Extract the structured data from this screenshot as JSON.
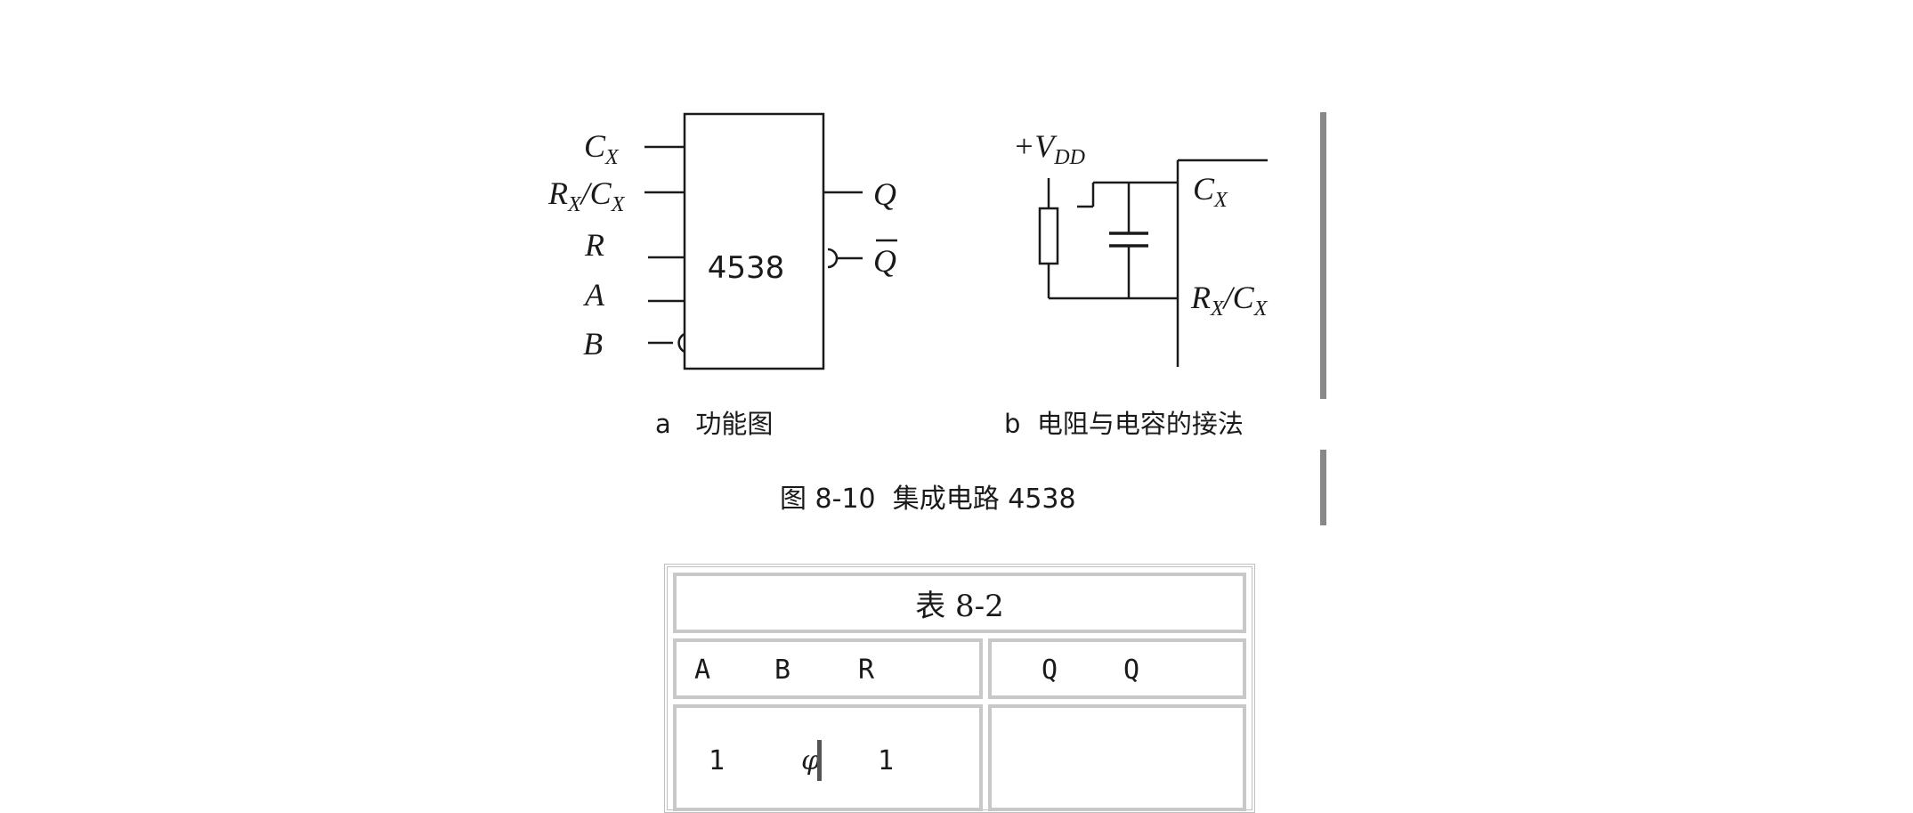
{
  "figure": {
    "chip_label": "4538",
    "left_pins": [
      {
        "main": "C",
        "sub": "X",
        "tail": ""
      },
      {
        "main": "R",
        "sub": "X",
        "tail": "/C",
        "sub2": "X"
      },
      {
        "main": "R",
        "sub": "",
        "tail": ""
      },
      {
        "main": "A",
        "sub": "",
        "tail": ""
      },
      {
        "main": "B",
        "sub": "",
        "tail": ""
      }
    ],
    "right_pins": [
      "Q",
      "Q"
    ],
    "supply": {
      "main": "+V",
      "sub": "DD"
    },
    "rc_pins": [
      {
        "main": "C",
        "sub": "X"
      },
      {
        "main": "R",
        "sub": "X",
        "tail": "/C",
        "sub2": "X"
      }
    ],
    "caption_a": "a   功能图",
    "caption_b": "b  电阻与电容的接法",
    "figure_caption": "图 8-10  集成电路 4538"
  },
  "table": {
    "title": "表 8-2",
    "headers_left": [
      "A",
      "B",
      "R"
    ],
    "headers_right": [
      "Q",
      "Q"
    ],
    "row1_left": [
      "1",
      "φ",
      "1"
    ],
    "row1_right": []
  }
}
